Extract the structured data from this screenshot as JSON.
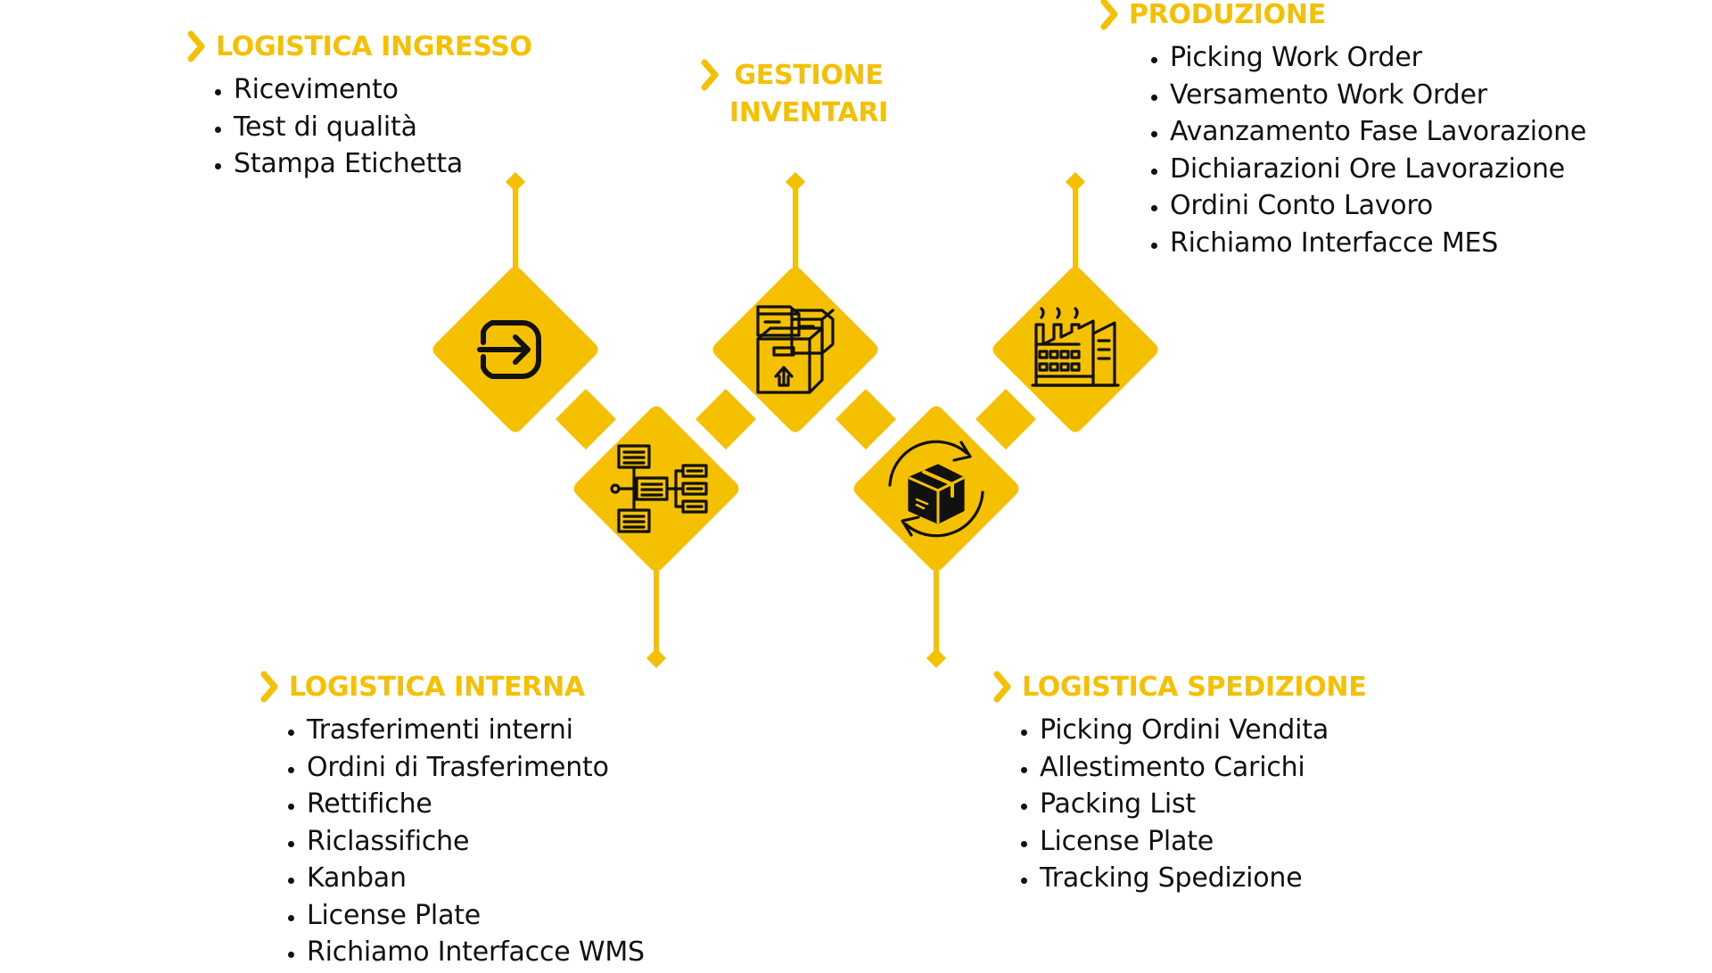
{
  "colors": {
    "accent": "#f5c000",
    "text": "#111111",
    "icon": "#111111"
  },
  "nodes": [
    {
      "id": "ingresso",
      "icon": "sign-in-icon"
    },
    {
      "id": "interna",
      "icon": "flowchart-icon"
    },
    {
      "id": "inventari",
      "icon": "boxes-icon"
    },
    {
      "id": "spedizione",
      "icon": "package-cycle-icon"
    },
    {
      "id": "produzione",
      "icon": "factory-icon"
    }
  ],
  "sections": {
    "ingresso": {
      "title": "LOGISTICA INGRESSO",
      "items": [
        "Ricevimento",
        "Test di qualità",
        "Stampa Etichetta"
      ]
    },
    "inventari": {
      "title": "GESTIONE\nINVENTARI",
      "items": []
    },
    "produzione": {
      "title": "PRODUZIONE",
      "items": [
        "Picking Work Order",
        "Versamento Work Order",
        "Avanzamento Fase Lavorazione",
        "Dichiarazioni Ore Lavorazione",
        "Ordini Conto Lavoro",
        "Richiamo Interfacce MES"
      ]
    },
    "interna": {
      "title": "LOGISTICA INTERNA",
      "items": [
        "Trasferimenti interni",
        "Ordini di Trasferimento",
        "Rettifiche",
        "Riclassifiche",
        "Kanban",
        "License Plate",
        "Richiamo Interfacce WMS"
      ]
    },
    "spedizione": {
      "title": "LOGISTICA SPEDIZIONE",
      "items": [
        "Picking Ordini Vendita",
        "Allestimento Carichi",
        "Packing List",
        "License Plate",
        "Tracking Spedizione"
      ]
    }
  }
}
